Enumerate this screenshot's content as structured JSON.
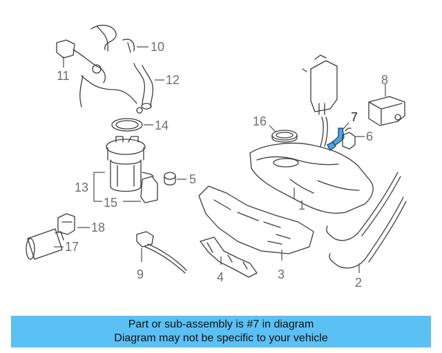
{
  "diagram": {
    "callouts": [
      "1",
      "2",
      "3",
      "4",
      "5",
      "6",
      "7",
      "8",
      "9",
      "10",
      "11",
      "12",
      "13",
      "14",
      "15",
      "16",
      "17",
      "18"
    ],
    "highlighted_part": "7",
    "highlight_color": "#4fa3e0"
  },
  "footer": {
    "line1": "Part or sub-assembly is #7 in diagram",
    "line2": "Diagram may not be specific to your vehicle",
    "background": "#5bc0f4"
  }
}
